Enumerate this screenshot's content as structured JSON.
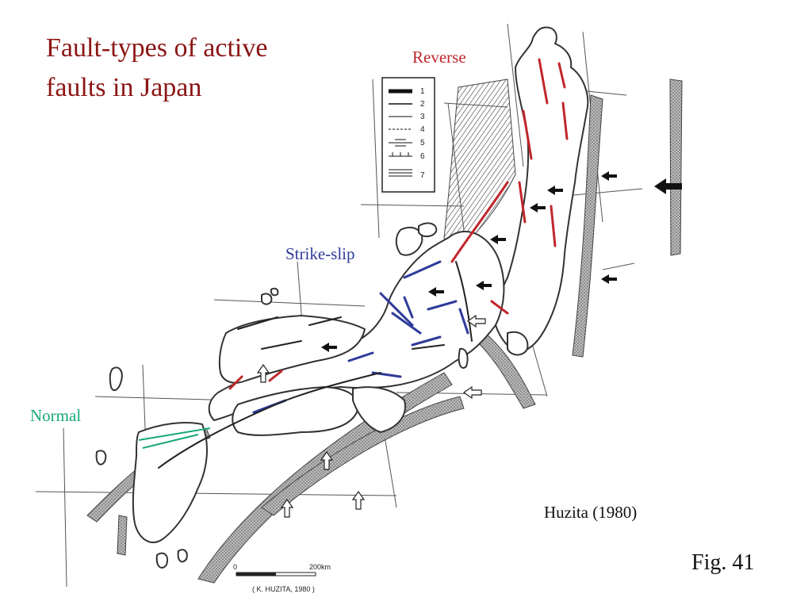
{
  "title": {
    "line1": "Fault-types of active",
    "line2": "faults in Japan"
  },
  "labels": {
    "reverse": "Reverse",
    "strike_slip": "Strike-slip",
    "normal": "Normal"
  },
  "legend": {
    "items": [
      "1",
      "2",
      "3",
      "4",
      "5",
      "6",
      "7"
    ]
  },
  "scale": {
    "start": "0",
    "end": "200km",
    "credit": "( K. HUZITA, 1980 )"
  },
  "citation": "Huzita (1980)",
  "figure_number": "Fig. 41",
  "colors": {
    "title": "#8b1515",
    "reverse": "#c0262c",
    "strike_slip": "#2e3a9a",
    "normal": "#1aa878",
    "ink": "#333333"
  }
}
